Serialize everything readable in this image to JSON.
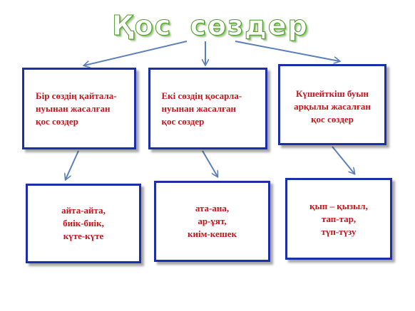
{
  "title": "Қос сөздер",
  "boxes": {
    "top": [
      {
        "text": "Бір  сөздің  қайтала-\nнуынан жасалған\nқос сөздер"
      },
      {
        "text": "Екі сөздің қосарла-\nнуынан  жасалған\nқос сөздер"
      },
      {
        "text": "Күшейткіш буын\nарқылы жасалған\nқос сөздер"
      }
    ],
    "bottom": [
      {
        "text": "айта-айта,\nбиік-биік,\nкүте-күте"
      },
      {
        "text": "ата-ана,\nар-ұят,\nкиім-кешек"
      },
      {
        "text": "қып – қызыл,\nтап-тар,\nтүп-түзу"
      }
    ]
  },
  "colors": {
    "box_border": "#1c2fa8",
    "box_text": "#c4161c",
    "arrow": "#5b7fb8",
    "title_green": "#4f9a2d"
  }
}
